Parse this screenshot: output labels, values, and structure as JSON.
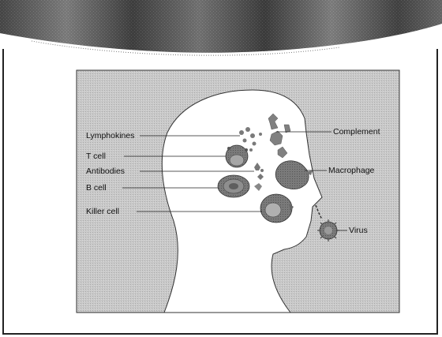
{
  "diagram": {
    "labels_left": {
      "lymphokines": "Lymphokines",
      "t_cell": "T cell",
      "antibodies": "Antibodies",
      "b_cell": "B cell",
      "killer_cell": "Killer cell"
    },
    "labels_right": {
      "complement": "Complement",
      "macrophage": "Macrophage",
      "virus": "Virus"
    }
  },
  "colors": {
    "panel": "#c9c9c9",
    "head": "#ffffff",
    "cell_dark": "#6e6e6e",
    "cell_mid": "#9a9a9a",
    "banner_dark": "#3a3a3a"
  }
}
